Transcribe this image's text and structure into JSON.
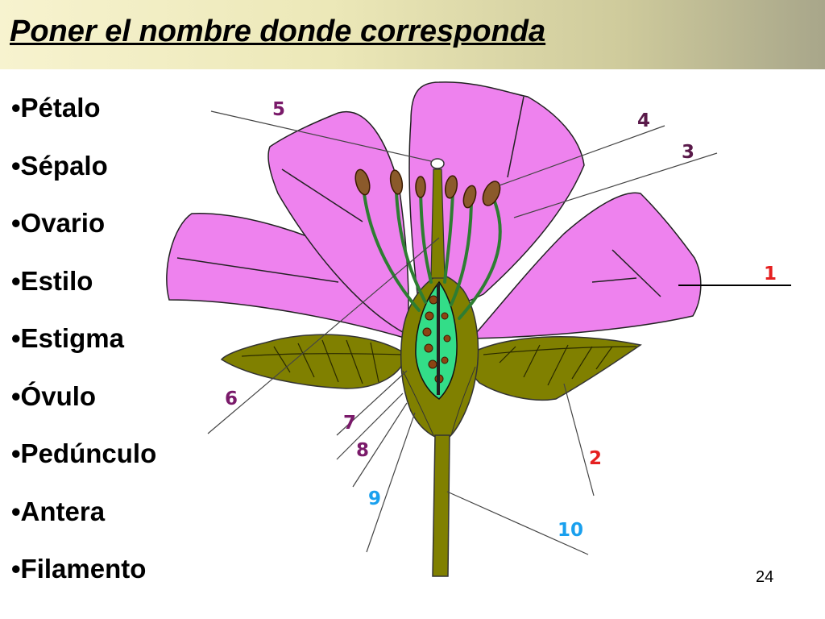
{
  "title": "Poner el nombre donde corresponda",
  "terms": [
    "•Pétalo",
    "•Sépalo",
    "•Ovario",
    "•Estilo",
    "•Estigma",
    "•Óvulo",
    "•Pedúnculo",
    "•Antera",
    "•Filamento"
  ],
  "labels": {
    "n1": "1",
    "n2": "2",
    "n3": "3",
    "n4": "4",
    "n5": "5",
    "n6": "6",
    "n7": "7",
    "n8": "8",
    "n9": "9",
    "n10": "10"
  },
  "colors": {
    "petal": "#ee82ee",
    "sepal": "#808000",
    "ovary_inner": "#33dd88",
    "anther": "#8b5a2b",
    "filament": "#2e7d32",
    "label_red": "#e52020",
    "label_purple": "#7a1a6a",
    "label_blue": "#1aa0ee"
  },
  "page_number": "24"
}
